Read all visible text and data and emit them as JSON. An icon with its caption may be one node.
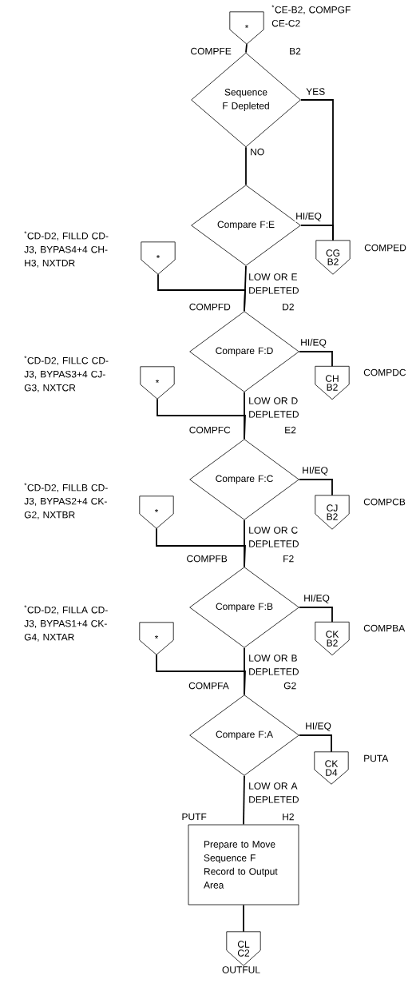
{
  "diagram": {
    "nodes": [
      {
        "text": [
          "*"
        ],
        "beside": [
          "$^{*}$CE-B2, COMPGF CE-C2"
        ]
      },
      {
        "text": [
          "Sequence F Depleted"
        ],
        "beside": [
          "COMPFE",
          "B2"
        ]
      },
      {
        "text": [
          "Compare F:E"
        ]
      },
      {
        "text": [
          "CG B2"
        ],
        "beside": [
          "COMPED"
        ]
      },
      {
        "text": [
          "*"
        ],
        "beside": [
          "$^{*}$CD-D2, FILLD CD-J3, BYPAS4+4 CH-H3, NXTDR"
        ]
      },
      {
        "text": [
          "Compare F:D"
        ],
        "beside": [
          "COMPFD",
          "D2"
        ]
      },
      {
        "text": [
          "CH B2"
        ],
        "beside": [
          "COMPDC"
        ]
      },
      {
        "text": [
          "*"
        ],
        "beside": [
          "$^{*}$CD-D2, FILLC CD-J3, BYPAS3+4 CJ-G3, NXTCR"
        ]
      },
      {
        "text": [
          "Compare F:C"
        ],
        "beside": [
          "COMPFC",
          "E2"
        ]
      },
      {
        "text": [
          "CJ B2"
        ],
        "beside": [
          "COMPCB"
        ]
      },
      {
        "text": [
          "*"
        ],
        "beside": [
          "$^{*}$CD-D2, FILLB CD-J3, BYPAS2+4 CK-G2, NXTBR"
        ]
      },
      {
        "text": [
          "Compare F:B"
        ],
        "beside": [
          "COMPFB",
          "F2"
        ]
      },
      {
        "text": [
          "CK B2"
        ],
        "beside": [
          "COMPBA"
        ]
      },
      {
        "text": [
          "*"
        ],
        "beside": [
          "$^{*}$CD-D2, FILLA CD-J3, BYPAS1+4 CK-G4, NXTAR"
        ]
      },
      {
        "text": [
          "Compare F:A"
        ],
        "beside": [
          "COMPFA",
          "G2"
        ]
      },
      {
        "text": [
          "CK D4"
        ],
        "beside": [
          "PUTA"
        ]
      },
      {
        "text": [
          "Prepare to Move Sequence F Record to Output Area"
        ],
        "beside": [
          "PUTF",
          "H2"
        ]
      },
      {
        "text": [
          "CL C2"
        ],
        "beside": [
          "OUTFUL"
        ]
      }
    ],
    "edges": [
      {
        "from": 0,
        "to": 1,
        "arrow": "none"
      },
      {
        "from": 1,
        "to": 2,
        "arrow": "none",
        "label": "NO"
      },
      {
        "from": 1,
        "to": 3,
        "arrow": "none",
        "label": "YES"
      },
      {
        "from": 2,
        "to": 3,
        "arrow": "none",
        "label": "HI/EQ"
      },
      {
        "from": 2,
        "to": 5,
        "arrow": "none",
        "label": "LOW OR E DEPLETED"
      },
      {
        "from": 4,
        "to": 5,
        "arrow": "none"
      },
      {
        "from": 5,
        "to": 6,
        "arrow": "none",
        "label": "HI/EQ"
      },
      {
        "from": 5,
        "to": 8,
        "arrow": "none",
        "label": "LOW OR D DEPLETED"
      },
      {
        "from": 7,
        "to": 8,
        "arrow": "none"
      },
      {
        "from": 8,
        "to": 9,
        "arrow": "none",
        "label": "HI/EQ"
      },
      {
        "from": 8,
        "to": 11,
        "arrow": "none",
        "label": "LOW OR C DEPLETED"
      },
      {
        "from": 10,
        "to": 11,
        "arrow": "none"
      },
      {
        "from": 11,
        "to": 12,
        "arrow": "none",
        "label": "HI/EQ"
      },
      {
        "from": 11,
        "to": 14,
        "arrow": "none",
        "label": "LOW OR B DEPLETED"
      },
      {
        "from": 13,
        "to": 14,
        "arrow": "none"
      },
      {
        "from": 14,
        "to": 15,
        "arrow": "none",
        "label": "HI/EQ"
      },
      {
        "from": 14,
        "to": 16,
        "arrow": "none",
        "label": "LOW OR A DEPLETED"
      },
      {
        "from": 16,
        "to": 17,
        "arrow": "none"
      }
    ]
  }
}
